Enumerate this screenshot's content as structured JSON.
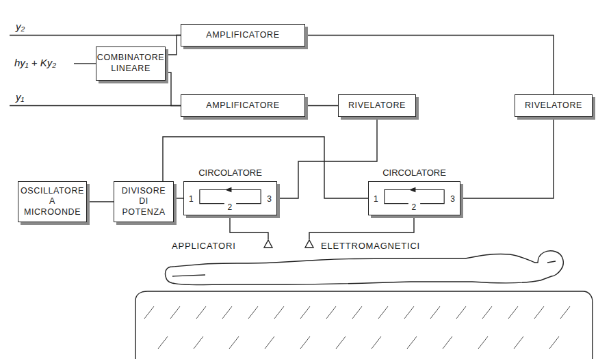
{
  "diagram": {
    "nodes": [
      {
        "text": [
          "COMBINATORE LINEARE"
        ]
      },
      {
        "text": [
          "AMPLIFICATORE"
        ]
      },
      {
        "text": [
          "AMPLIFICATORE"
        ]
      },
      {
        "text": [
          "RIVELATORE"
        ]
      },
      {
        "text": [
          "RIVELATORE"
        ]
      },
      {
        "text": [
          "OSCILLATORE A MICROONDE"
        ]
      },
      {
        "text": [
          "DIVISORE DI POTENZA"
        ]
      },
      {
        "text": [
          "CIRCOLATORE",
          "1",
          "2",
          "3"
        ]
      },
      {
        "text": [
          "CIRCOLATORE",
          "1",
          "2",
          "3"
        ]
      }
    ],
    "edges": [
      {
        "from": 0,
        "to": 1,
        "arrow": "none"
      },
      {
        "from": 0,
        "to": 2,
        "arrow": "none"
      },
      {
        "from": 1,
        "to": 4,
        "arrow": "none"
      },
      {
        "from": 2,
        "to": 3,
        "arrow": "none"
      },
      {
        "from": 5,
        "to": 6,
        "arrow": "none"
      },
      {
        "from": 6,
        "to": 7,
        "arrow": "none"
      },
      {
        "from": 6,
        "to": 8,
        "arrow": "none"
      },
      {
        "from": 7,
        "to": 3,
        "arrow": "none"
      },
      {
        "from": 8,
        "to": 4,
        "arrow": "none"
      }
    ],
    "labels": [
      "y₂",
      "hy₁ + Ky₂",
      "y₁",
      "APPLICATORI",
      "ELETTROMAGNETICI"
    ]
  }
}
